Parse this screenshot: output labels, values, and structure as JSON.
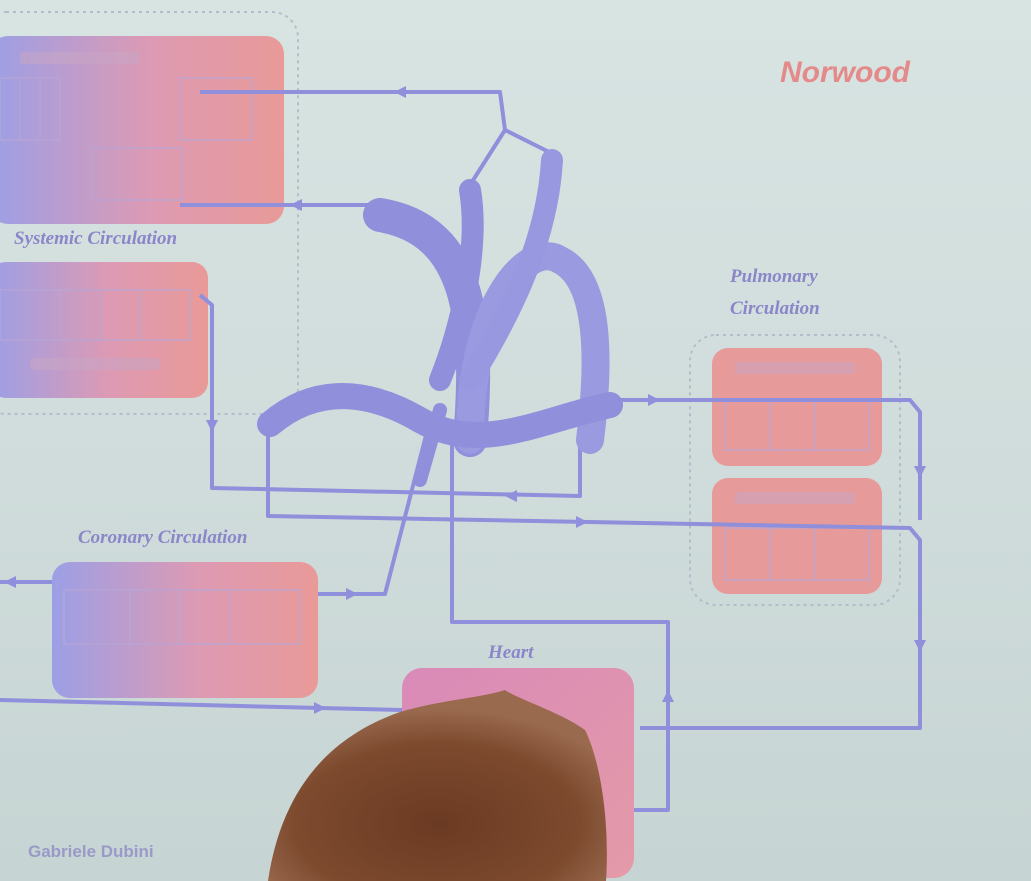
{
  "title": "Norwood",
  "labels": {
    "systemic": "Systemic Circulation",
    "pulmonary_line1": "Pulmonary",
    "pulmonary_line2": "Circulation",
    "coronary": "Coronary Circulation",
    "heart": "Heart"
  },
  "footer": "Gabriele Dubini",
  "colors": {
    "vessel": "#8f8fdc",
    "box_red": "#e79a9a",
    "box_blue": "#9a9ee8",
    "label": "#8b86c9",
    "title": "#e48a8a",
    "background": "#cfdcdb"
  }
}
